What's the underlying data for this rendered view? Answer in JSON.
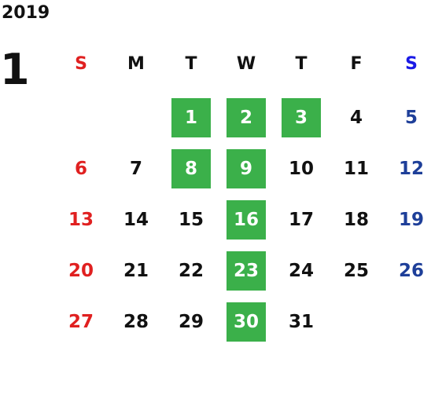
{
  "calendar": {
    "year": "2019",
    "month": "1",
    "weekdays": [
      "S",
      "M",
      "T",
      "W",
      "T",
      "F",
      "S"
    ],
    "colors": {
      "sunday": "#e02020",
      "saturday": "#1e3f99",
      "saturday_header": "#1a1ae6",
      "weekday": "#111111",
      "highlight_bg": "#3bb04a",
      "highlight_text": "#ffffff"
    },
    "weeks": [
      [
        "",
        "",
        "1",
        "2",
        "3",
        "4",
        "5"
      ],
      [
        "6",
        "7",
        "8",
        "9",
        "10",
        "11",
        "12"
      ],
      [
        "13",
        "14",
        "15",
        "16",
        "17",
        "18",
        "19"
      ],
      [
        "20",
        "21",
        "22",
        "23",
        "24",
        "25",
        "26"
      ],
      [
        "27",
        "28",
        "29",
        "30",
        "31",
        "",
        ""
      ]
    ],
    "highlighted_days": [
      "1",
      "2",
      "3",
      "8",
      "9",
      "16",
      "23",
      "30"
    ]
  }
}
